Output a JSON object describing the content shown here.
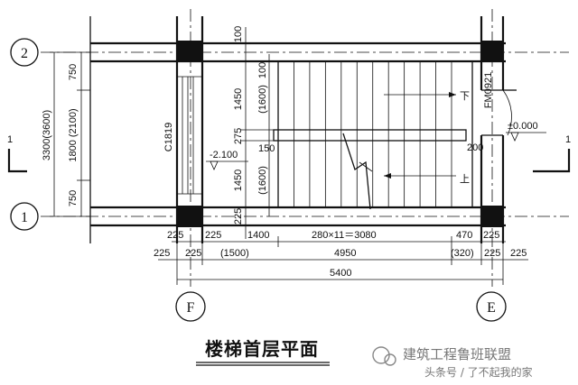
{
  "title": "楼梯首层平面",
  "axes": {
    "top": "2",
    "bottom": "1",
    "left": "F",
    "right": "E"
  },
  "section_marks": {
    "left": "1",
    "right": "1"
  },
  "labels": {
    "window": "C1819",
    "door": "FM0921",
    "elev_floor": "±0.000",
    "elev_low": "-2.100",
    "down": "下",
    "up": "上"
  },
  "vertical_dims": {
    "outer": "3300(3600)",
    "inner_a": "750",
    "inner_b": "1800 (2100)",
    "inner_c": "750",
    "stair_a": "100",
    "stair_b": "1450",
    "stair_b2": "(1600)",
    "stair_c": "275",
    "stair_d": "1450",
    "stair_d2": "(1600)",
    "stair_e": "225",
    "stair_f": "100",
    "gap_150": "150",
    "gap_200": "200"
  },
  "horizontal_dims": {
    "row1": {
      "left": "225",
      "a": "225",
      "b": "1400",
      "c": "280×11＝3080",
      "d": "470",
      "e": "225"
    },
    "row2": {
      "left": "225",
      "a": "225",
      "b": "(1500)",
      "c": "4950",
      "d": "(320)",
      "e": "225",
      "right": "225"
    },
    "row3": {
      "total": "5400"
    }
  },
  "watermark": {
    "name": "建筑工程鲁班联盟",
    "sub": "头条号 / 了不起我的家"
  }
}
